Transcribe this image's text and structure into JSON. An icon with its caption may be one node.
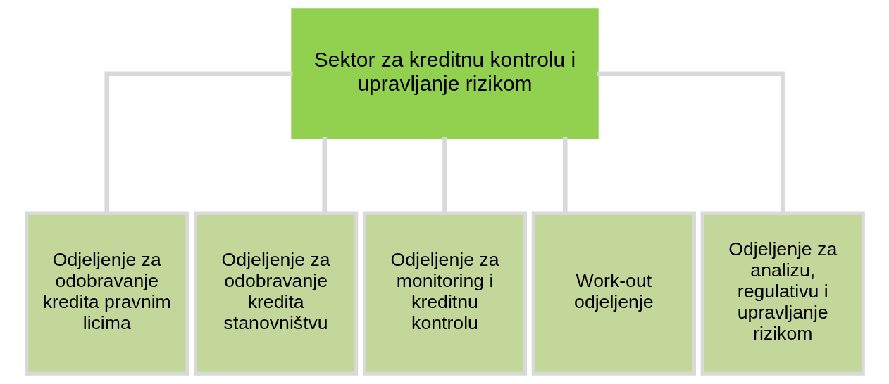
{
  "diagram": {
    "nodes": [
      {
        "text": [
          "Sektor za kreditnu kontrolu i upravljanje rizikom"
        ]
      },
      {
        "text": [
          "Odjeljenje za odobravanje kredita pravnim licima"
        ]
      },
      {
        "text": [
          "Odjeljenje za odobravanje kredita stanovništvu"
        ]
      },
      {
        "text": [
          "Odjeljenje za monitoring i kreditnu kontrolu"
        ]
      },
      {
        "text": [
          "Work-out odjeljenje"
        ]
      },
      {
        "text": [
          "Odjeljenje za analizu, regulativu i upravljanje rizikom"
        ]
      }
    ],
    "edges": [
      {
        "from": 0,
        "to": 1,
        "arrow": "none"
      },
      {
        "from": 0,
        "to": 2,
        "arrow": "none"
      },
      {
        "from": 0,
        "to": 3,
        "arrow": "none"
      },
      {
        "from": 0,
        "to": 4,
        "arrow": "none"
      },
      {
        "from": 0,
        "to": 5,
        "arrow": "none"
      }
    ]
  }
}
